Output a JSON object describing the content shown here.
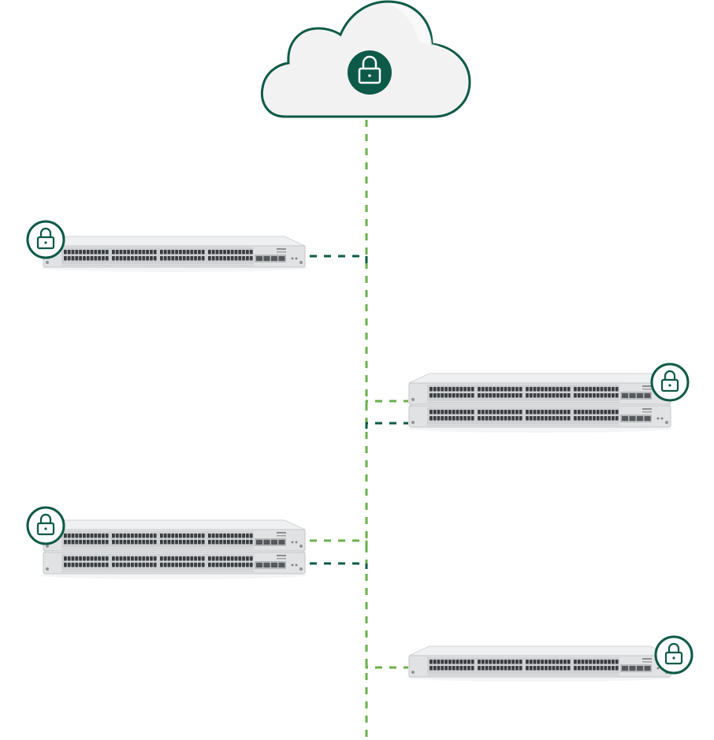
{
  "diagram": {
    "cloud": {
      "icon": "lock-icon",
      "fill": "#f3f3f3",
      "outline": "#0d5a48"
    },
    "connector_color": "#6ab04c",
    "connector_dark": "#0d5a48",
    "switch_body": "#e1e2e3",
    "switch_panel": "#cfd1d3",
    "port_color": "#3a3d40",
    "lock_badge": {
      "outline": "#0d5a48",
      "icon": "lock-icon"
    },
    "stacks": [
      {
        "name": "switch-stack-top-left",
        "units": 1,
        "badge": "lock-icon"
      },
      {
        "name": "switch-stack-middle-right",
        "units": 2,
        "badge": "lock-icon"
      },
      {
        "name": "switch-stack-middle-left",
        "units": 2,
        "badge": "lock-icon"
      },
      {
        "name": "switch-stack-bottom-right",
        "units": 1,
        "badge": "lock-icon"
      }
    ]
  }
}
